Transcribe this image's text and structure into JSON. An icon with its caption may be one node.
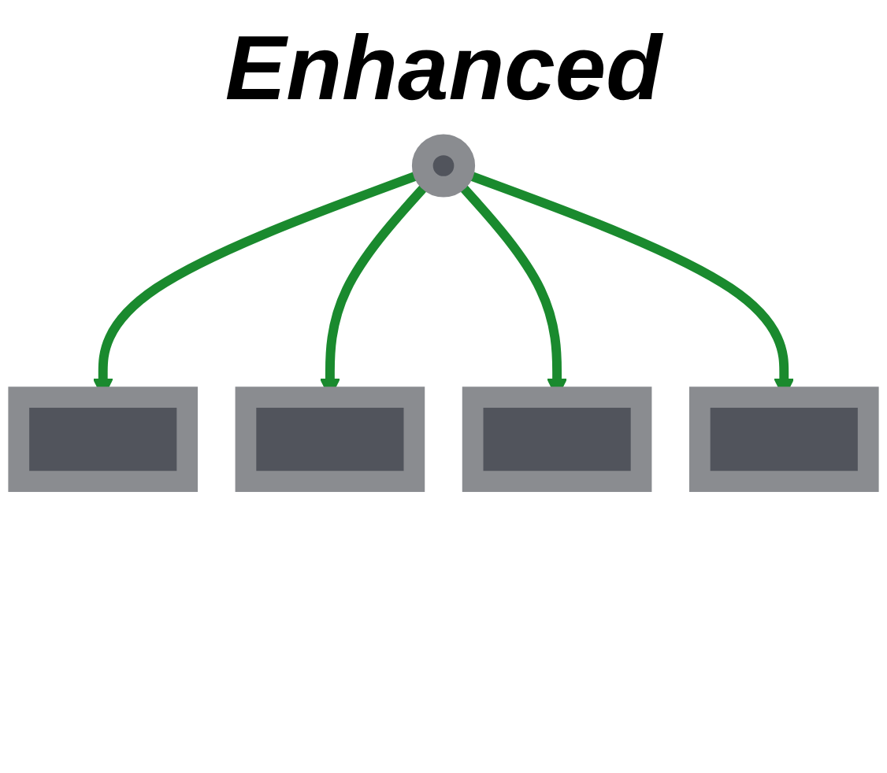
{
  "diagram": {
    "title": "Enhanced",
    "nodes": [
      {
        "text": [],
        "shape": "circle"
      },
      {
        "text": [],
        "shape": "box"
      },
      {
        "text": [],
        "shape": "box"
      },
      {
        "text": [],
        "shape": "box"
      },
      {
        "text": [],
        "shape": "box"
      }
    ],
    "edges": [
      {
        "from": 0,
        "to": 1,
        "arrow": "to"
      },
      {
        "from": 0,
        "to": 2,
        "arrow": "to"
      },
      {
        "from": 0,
        "to": 3,
        "arrow": "to"
      },
      {
        "from": 0,
        "to": 4,
        "arrow": "to"
      }
    ]
  }
}
